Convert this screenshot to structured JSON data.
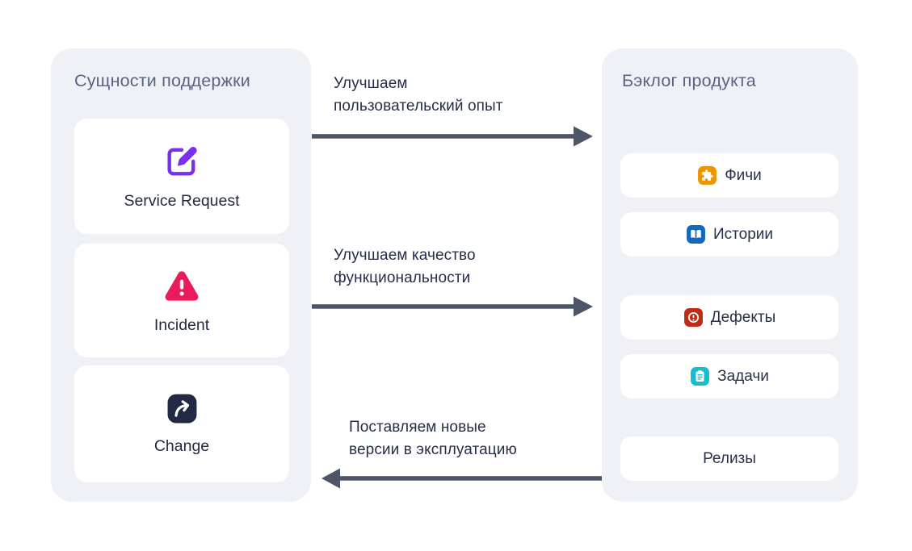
{
  "left_panel": {
    "title": "Сущности поддержки",
    "cards": [
      {
        "label": "Service Request",
        "icon": "edit-pencil-icon",
        "icon_color": "#7A2FF0"
      },
      {
        "label": "Incident",
        "icon": "warning-triangle-icon",
        "icon_color": "#EB1A5B"
      },
      {
        "label": "Change",
        "icon": "curved-arrow-icon",
        "icon_color": "#222942"
      }
    ]
  },
  "right_panel": {
    "title": "Бэклог продукта",
    "items": [
      {
        "label": "Фичи",
        "icon": "puzzle-icon",
        "icon_color": "#EE9505"
      },
      {
        "label": "Истории",
        "icon": "open-book-icon",
        "icon_color": "#1568BE"
      },
      {
        "label": "Дефекты",
        "icon": "alert-circle-icon",
        "icon_color": "#C02B18"
      },
      {
        "label": "Задачи",
        "icon": "clipboard-icon",
        "icon_color": "#14BECD"
      },
      {
        "label": "Релизы",
        "icon": null,
        "icon_color": null
      }
    ]
  },
  "arrows": [
    {
      "direction": "right",
      "line1": "Улучшаем",
      "line2": "пользовательский опыт"
    },
    {
      "direction": "right",
      "line1": "Улучшаем качество",
      "line2": "функциональности"
    },
    {
      "direction": "left",
      "line1": "Поставляем новые",
      "line2": "версии в эксплуатацию"
    }
  ],
  "colors": {
    "page_background": "#FFFFFF",
    "panel_background": "#F0F1F6",
    "card_background": "#FFFFFF",
    "panel_title_text": "#5B6382",
    "card_label_text": "#232A43",
    "flow_label_text": "#262D49",
    "arrow": "#4E5566",
    "icon_white": "#FFFFFF"
  }
}
